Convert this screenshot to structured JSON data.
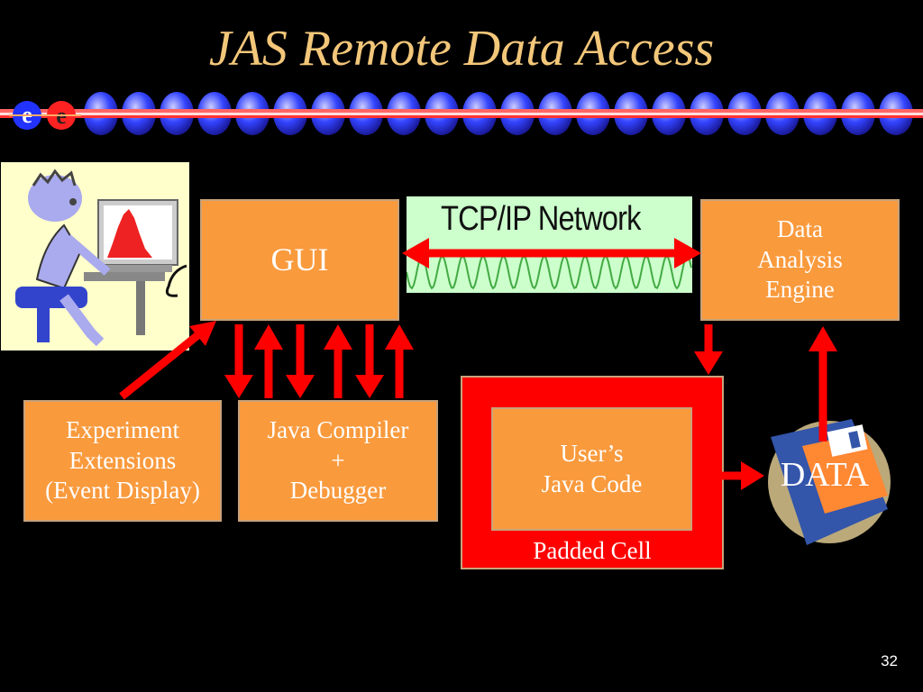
{
  "slide": {
    "title": "JAS Remote Data Access",
    "page_number": "32"
  },
  "boxes": {
    "gui": "GUI",
    "data_analysis_engine": [
      "Data",
      "Analysis",
      "Engine"
    ],
    "experiment_extensions": [
      "Experiment",
      "Extensions",
      "(Event Display)"
    ],
    "java_compiler_debugger": [
      "Java Compiler",
      "+",
      "Debugger"
    ],
    "users_java_code": [
      "User’s",
      "Java Code"
    ],
    "padded_cell": "Padded Cell"
  },
  "network": {
    "label": "TCP/IP Network"
  },
  "data_icon": {
    "label": "DATA"
  },
  "colors": {
    "title": "#f3c77a",
    "box_fill": "#f99a3d",
    "arrow": "#ff0000",
    "bead": "#3344ff",
    "background": "#000000"
  }
}
